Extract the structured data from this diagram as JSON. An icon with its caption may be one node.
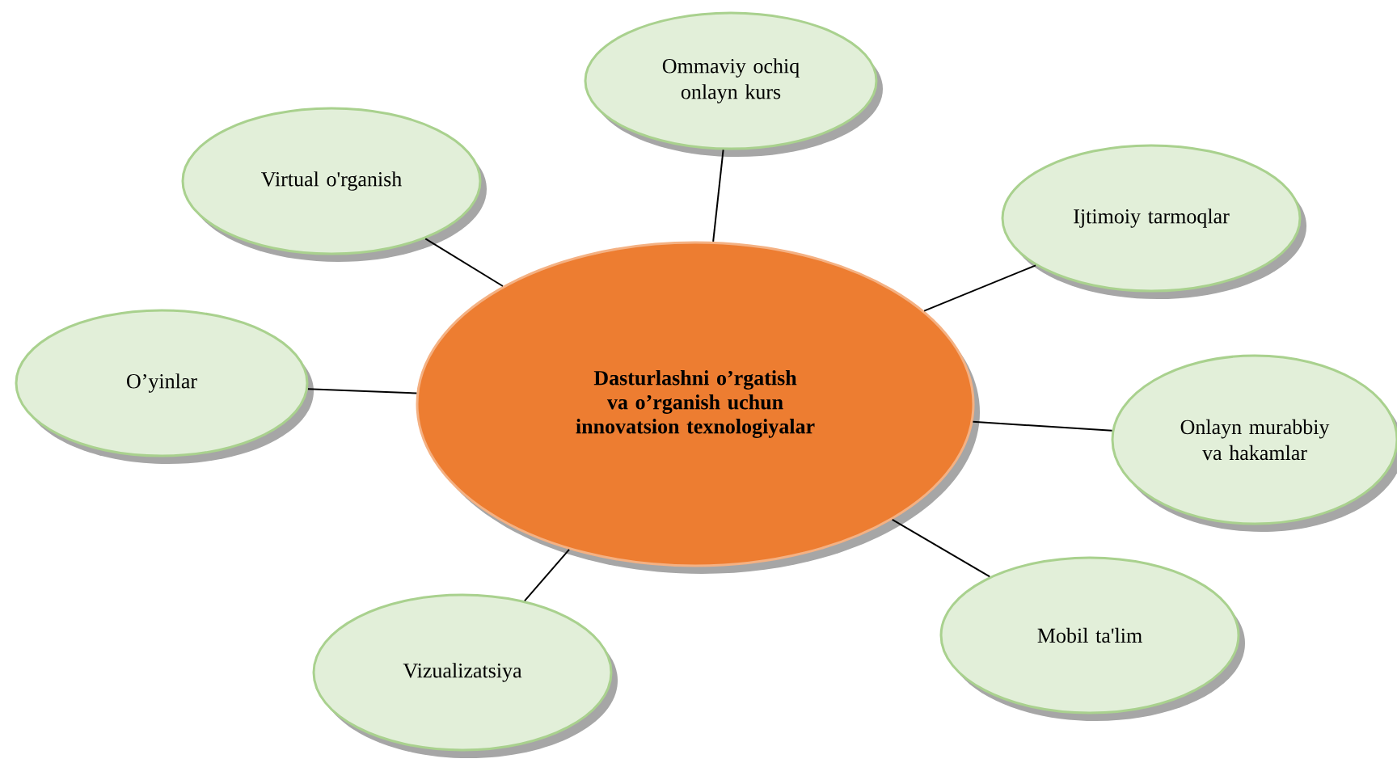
{
  "diagram": {
    "nodes": [
      {
        "text": [
          "Dasturlashni o’rgatish va o’rganish uchun innovatsion texnologiyalar"
        ]
      },
      {
        "text": [
          "Ommaviy ochiq onlayn kurs"
        ]
      },
      {
        "text": [
          "Virtual o'rganish"
        ]
      },
      {
        "text": [
          "Ijtimoiy tarmoqlar"
        ]
      },
      {
        "text": [
          "O’yinlar"
        ]
      },
      {
        "text": [
          "Onlayn murabbiy va hakamlar"
        ]
      },
      {
        "text": [
          "Vizualizatsiya"
        ]
      },
      {
        "text": [
          "Mobil ta'lim"
        ]
      }
    ],
    "edges": [
      {
        "from": 0,
        "to": 1,
        "arrow": "none"
      },
      {
        "from": 0,
        "to": 2,
        "arrow": "none"
      },
      {
        "from": 0,
        "to": 3,
        "arrow": "none"
      },
      {
        "from": 0,
        "to": 4,
        "arrow": "none"
      },
      {
        "from": 0,
        "to": 5,
        "arrow": "none"
      },
      {
        "from": 0,
        "to": 6,
        "arrow": "none"
      },
      {
        "from": 0,
        "to": 7,
        "arrow": "none"
      }
    ]
  }
}
